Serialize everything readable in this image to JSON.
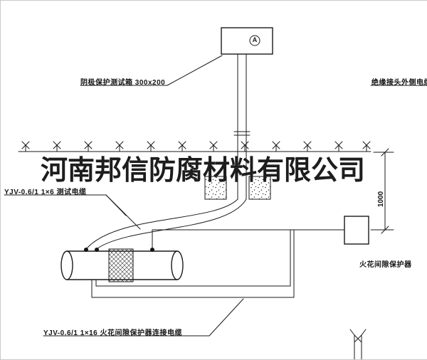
{
  "colors": {
    "line": "#1a1a1a",
    "background": "#ffffff",
    "watermark": "#1d1d1d"
  },
  "watermark": {
    "text": "河南邦信防腐材料有限公司"
  },
  "test_box": {
    "label": "阴极保护测试箱 300x200",
    "terminal": "A"
  },
  "cables": {
    "right_side_label": "绝缘接头外侧电缆",
    "test_cable_label": "YJV-0.6/1 1×6 测试电缆",
    "connection_cable_label": "YJV-0.6/1 1×16 火花间隙保护器连接电缆"
  },
  "spark_gap": {
    "label": "火花间隙保护器"
  },
  "dimension": {
    "depth": "1000"
  }
}
